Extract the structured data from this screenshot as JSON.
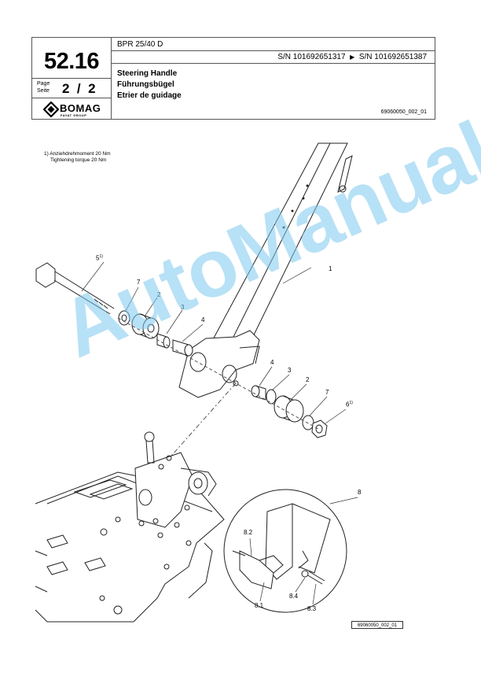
{
  "header": {
    "page_number": "52.16",
    "page_label_de": "Page",
    "page_label_en": "Seite",
    "page_fraction": "2  /  2",
    "model": "BPR 25/40 D",
    "serial_from": "S/N 101692651317",
    "serial_arrow": "▶",
    "serial_to": "S/N 101692651387",
    "title_en": "Steering Handle",
    "title_de": "Führungsbügel",
    "title_fr": "Etrier de guidage",
    "doc_number": "69060050_002_01",
    "brand": "BOMAG",
    "brand_group": "FAYAT GROUP",
    "brand_color": "#000000"
  },
  "note": {
    "line1": "1)  Anziehdrehmoment 20 Nm",
    "line2": "Tightening torque 20 Nm"
  },
  "callouts": {
    "c1": "1",
    "c2a": "2",
    "c3a": "3",
    "c4a": "4",
    "c5": "5",
    "c5sup": "1)",
    "c7a": "7",
    "c4b": "4",
    "c3b": "3",
    "c2b": "2",
    "c7b": "7",
    "c6": "6",
    "c6sup": "1)",
    "c8": "8",
    "c82": "8.2",
    "c81": "8.1",
    "c84": "8.4",
    "c83": "8.3"
  },
  "figure_ref": "69060050_002_01",
  "watermark": "AutoManual",
  "watermark_color": "#7ec9ef"
}
